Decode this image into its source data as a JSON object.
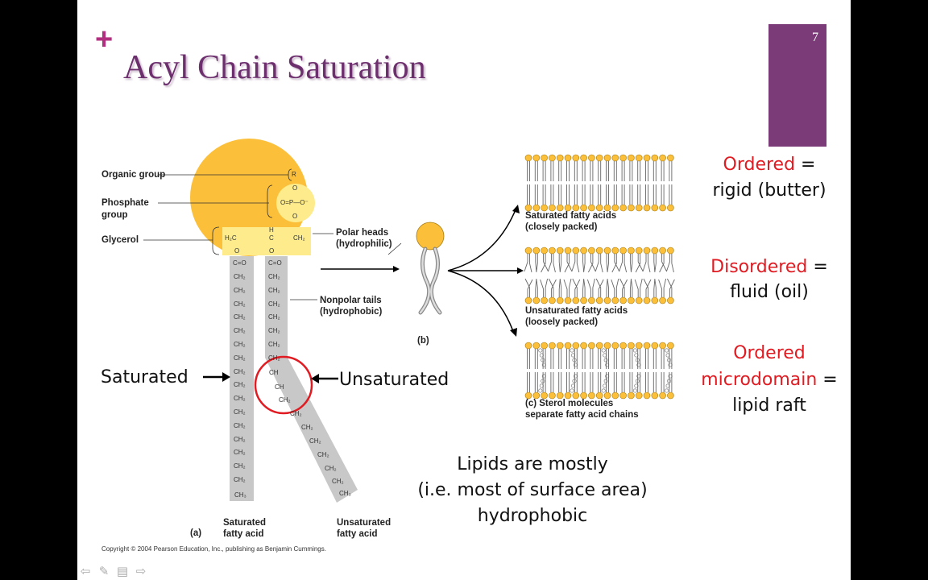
{
  "slide": {
    "number": "7",
    "plus_glyph": "+",
    "title": "Acyl Chain Saturation",
    "copyright": "Copyright © 2004 Pearson Education, Inc., publishing as Benjamin Cummings."
  },
  "figure_a": {
    "labels": {
      "organic_group": "Organic group",
      "phosphate_group_1": "Phosphate",
      "phosphate_group_2": "group",
      "glycerol": "Glycerol",
      "polar_heads_1": "Polar heads",
      "polar_heads_2": "(hydrophilic)",
      "nonpolar_tails_1": "Nonpolar tails",
      "nonpolar_tails_2": "(hydrophobic)",
      "panel": "(a)",
      "saturated_1": "Saturated",
      "saturated_2": "fatty acid",
      "unsaturated_1": "Unsaturated",
      "unsaturated_2": "fatty acid"
    },
    "chem": {
      "r": "R",
      "o": "O",
      "p": "O=P—O⁻",
      "h2c": "H₂C",
      "ch": "C",
      "h": "H",
      "ch2": "CH₂",
      "co": "C=O",
      "ch3": "CH₃",
      "cis_ch": "CH"
    }
  },
  "figure_b": {
    "panel": "(b)",
    "saturated_caption_1": "Saturated fatty acids",
    "saturated_caption_2": "(closely packed)",
    "unsaturated_caption_1": "Unsaturated fatty acids",
    "unsaturated_caption_2": "(loosely packed)",
    "sterol_caption_1": "(c) Sterol molecules",
    "sterol_caption_2": "separate fatty acid chains"
  },
  "annotations": {
    "saturated": "Saturated",
    "unsaturated": "Unsaturated",
    "ordered_word": "Ordered",
    "ordered_rest": " =",
    "ordered_line2": "rigid (butter)",
    "disordered_word": "Disordered",
    "disordered_rest": " =",
    "disordered_line2": "fluid (oil)",
    "raft_word1": "Ordered",
    "raft_word2": "microdomain",
    "raft_rest": " =",
    "raft_line3": "lipid raft",
    "lipids_1": "Lipids are mostly",
    "lipids_2": "(i.e. most of surface area)",
    "lipids_3": "hydrophobic"
  },
  "colors": {
    "title": "#6d2f6e",
    "accent_plus": "#b0307f",
    "number_box": "#7a3b78",
    "head_yellow": "#fbbf3a",
    "glycerol_yellow": "#fdeb8c",
    "tail_gray": "#c8c8c8",
    "highlight_red": "#e01b22"
  },
  "nav_icons": [
    "back-arrow-icon",
    "pen-icon",
    "menu-icon",
    "forward-arrow-icon"
  ]
}
